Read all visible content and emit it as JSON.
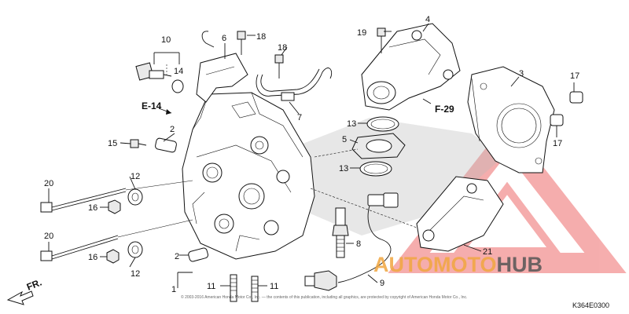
{
  "callouts": [
    "1",
    "2",
    "2",
    "3",
    "4",
    "5",
    "6",
    "7",
    "8",
    "9",
    "10",
    "11",
    "11",
    "12",
    "12",
    "13",
    "13",
    "14",
    "15",
    "16",
    "16",
    "17",
    "17",
    "18",
    "18",
    "19",
    "20",
    "20",
    "21"
  ],
  "refs": {
    "e14": "E-14",
    "f29": "F-29",
    "fr": "FR."
  },
  "diagram_code": "K364E0300",
  "copyright": "© 2003-2016 American Honda Motor Co., Inc. — the contents of this publication, including all graphics, are protected by copyright of American Honda Motor Co., Inc.",
  "watermark": {
    "part1": "AUTOMOTO",
    "part2": "HUB",
    "color1": "#f0a640",
    "color2": "#555555",
    "triangle_color": "#ee6b6b"
  }
}
